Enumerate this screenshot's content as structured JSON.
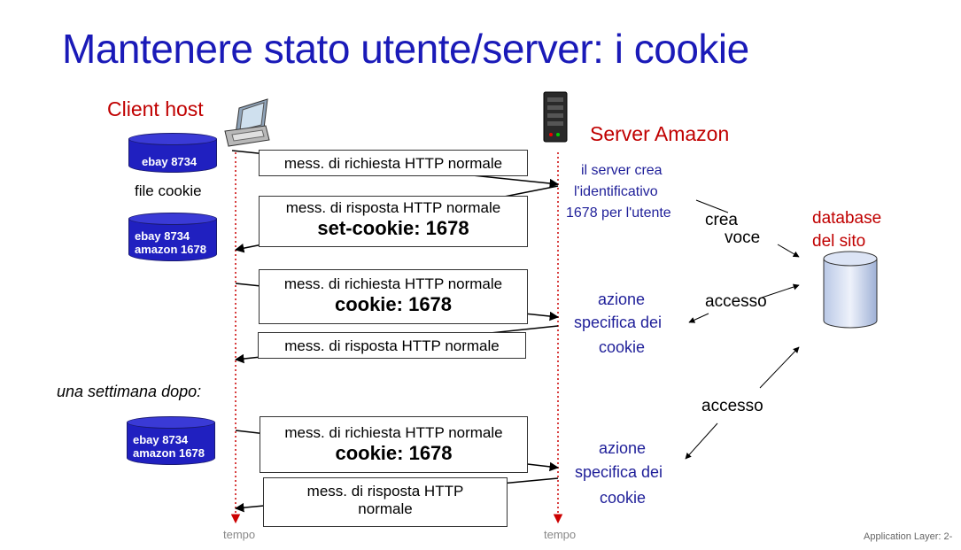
{
  "title": "Mantenere stato utente/server: i cookie",
  "client_label": "Client host",
  "server_label": "Server Amazon",
  "db_label_1": "database",
  "db_label_2": "del sito",
  "file_cookie": "file cookie",
  "week_later": "una settimana dopo:",
  "time_left": "tempo",
  "time_right": "tempo",
  "footer": "Application Layer: 2-",
  "cookie_files": [
    {
      "lines": [
        "ebay 8734"
      ]
    },
    {
      "lines": [
        "ebay 8734",
        "amazon 1678"
      ]
    },
    {
      "lines": [
        "ebay 8734",
        "amazon 1678"
      ]
    }
  ],
  "messages": {
    "m1": {
      "line1": "mess. di richiesta HTTP normale"
    },
    "m2": {
      "line1": "mess. di risposta HTTP normale",
      "bold": "set-cookie: 1678"
    },
    "m3": {
      "line1": "mess. di richiesta HTTP normale",
      "bold": "cookie: 1678"
    },
    "m4": {
      "line1": "mess. di risposta HTTP normale"
    },
    "m5": {
      "line1": "mess. di richiesta HTTP normale",
      "bold": "cookie: 1678"
    },
    "m6": {
      "line1": "mess. di risposta HTTP",
      "line2": "normale"
    }
  },
  "server_notes": {
    "create_1": "il server crea",
    "create_2": "l'identificativo",
    "create_3": "1678 per l'utente",
    "crea": "crea",
    "voce": "voce",
    "action1_1": "azione",
    "action1_2": "specifica dei",
    "action1_3": "cookie",
    "accesso1": "accesso",
    "accesso2": "accesso",
    "action2_1": "azione",
    "action2_2": "specifica dei",
    "action2_3": "cookie"
  },
  "colors": {
    "title": "#1a1ab8",
    "red": "#c00000",
    "note_blue": "#1f1f99",
    "cookie_db": "#2020c0",
    "timeline": "#cc0000"
  }
}
